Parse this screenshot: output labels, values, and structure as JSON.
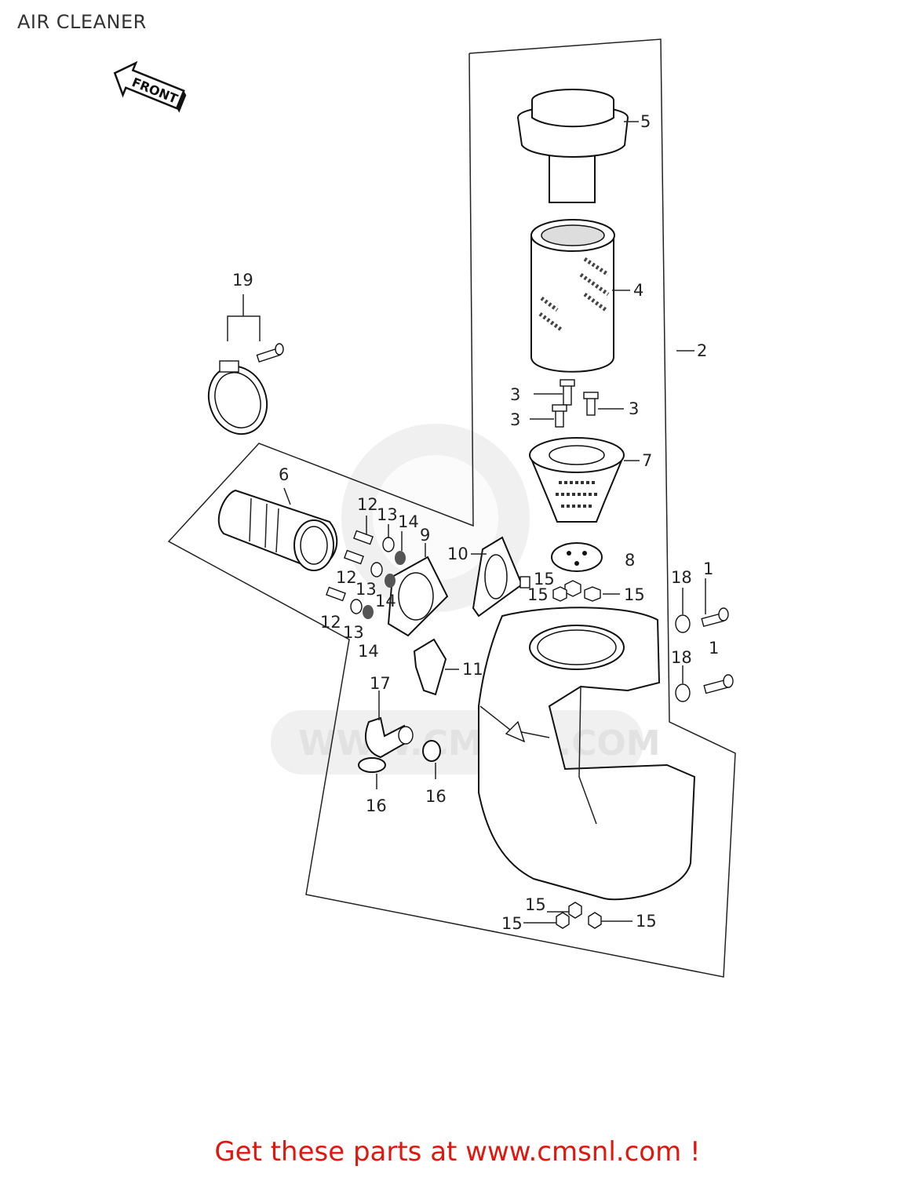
{
  "title": "AIR CLEANER",
  "front_label": "FRONT",
  "watermark_text": "WWW.CMSNL.COM",
  "footer_text": "Get these parts at www.cmsnl.com !",
  "colors": {
    "footer": "#e0170f",
    "line": "#222222",
    "watermark": "#e2e2e2"
  },
  "callouts": [
    "5",
    "4",
    "2",
    "19",
    "3",
    "3",
    "3",
    "7",
    "6",
    "12",
    "13",
    "14",
    "9",
    "10",
    "15",
    "8",
    "15",
    "15",
    "18",
    "1",
    "12",
    "13",
    "14",
    "12",
    "13",
    "14",
    "11",
    "18",
    "1",
    "17",
    "16",
    "16",
    "15",
    "15",
    "15"
  ]
}
